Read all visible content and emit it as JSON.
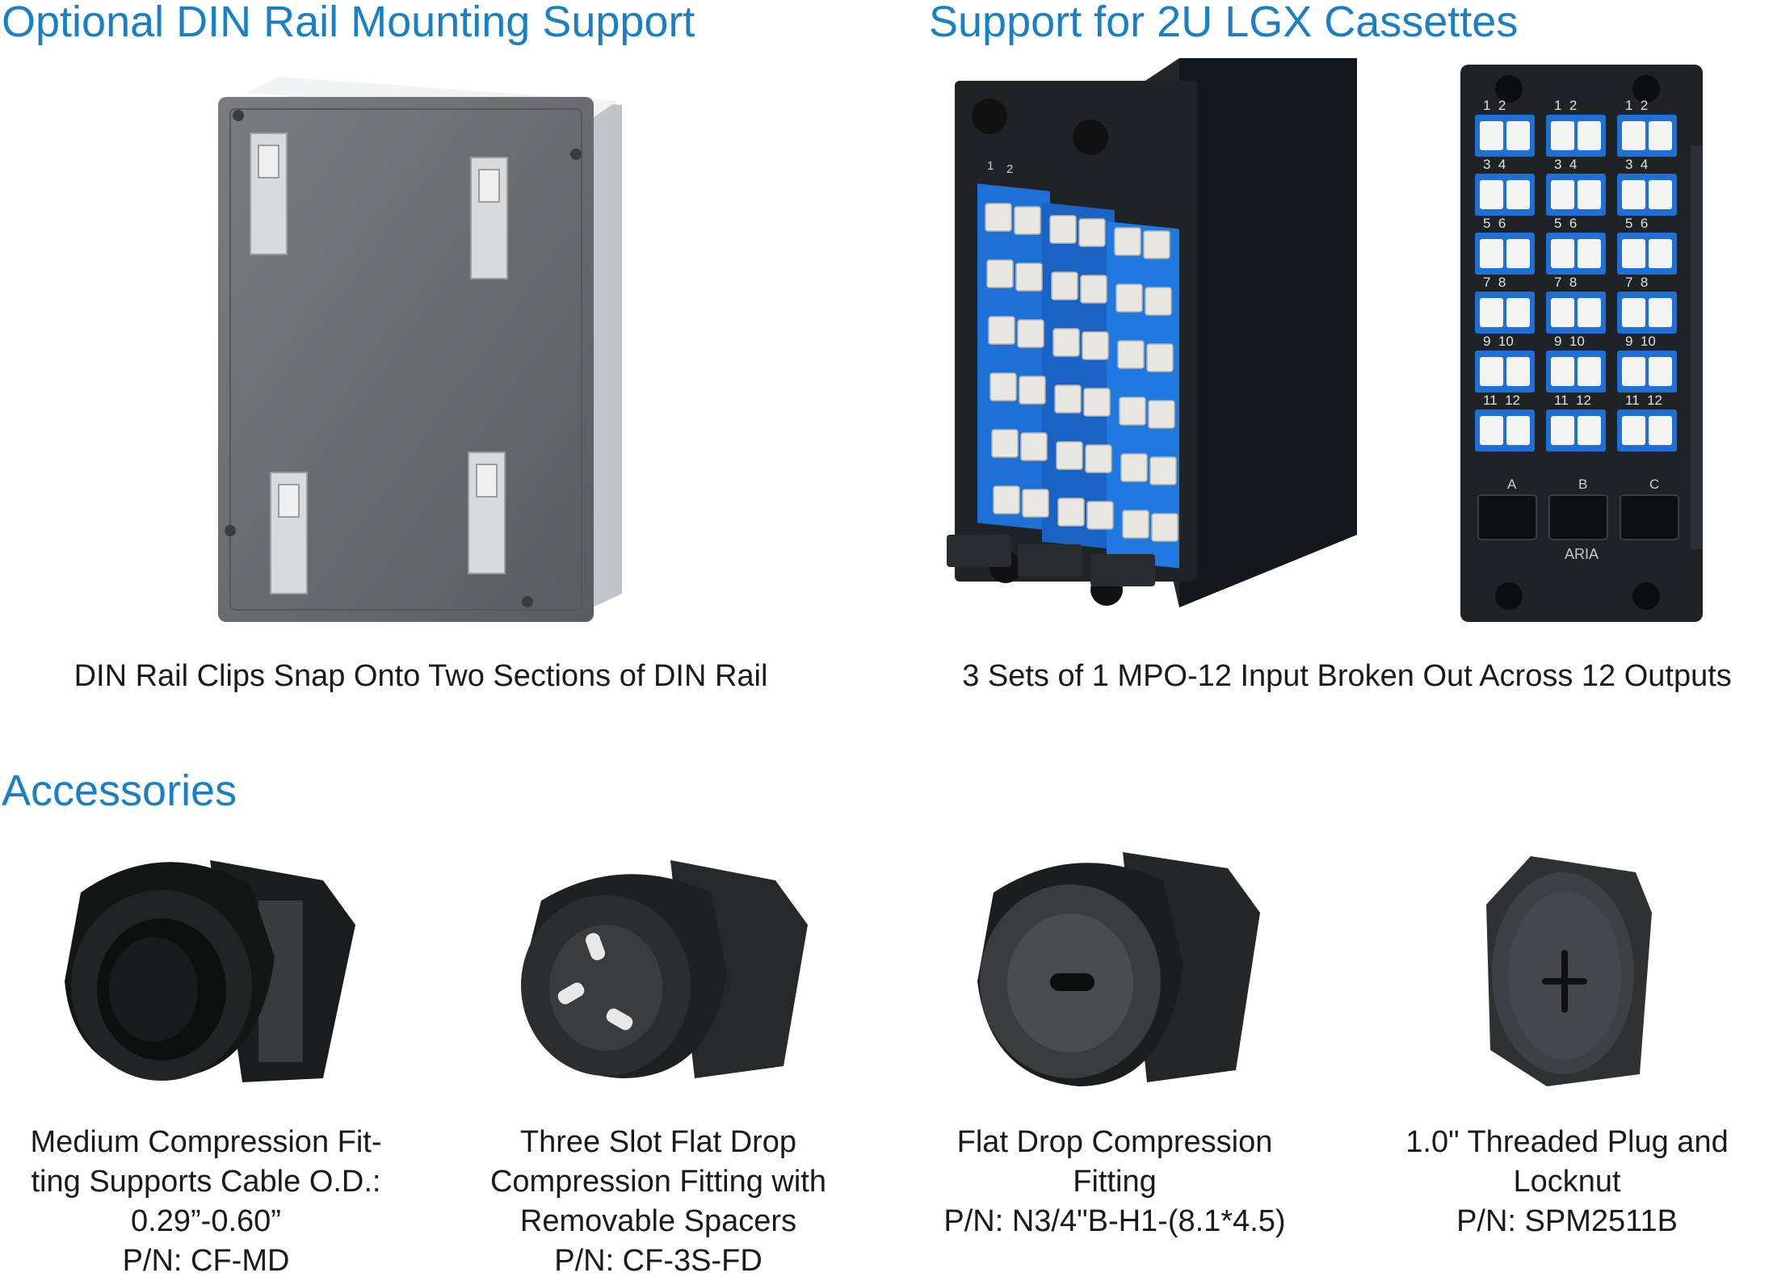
{
  "sections": {
    "din": {
      "title": "Optional DIN Rail Mounting Support",
      "caption": "DIN Rail Clips Snap Onto Two Sections of DIN Rail"
    },
    "lgx": {
      "title": "Support for 2U LGX Cassettes",
      "caption": "3 Sets of 1 MPO-12 Input Broken Out Across 12 Outputs",
      "panel_brand": "ARIA",
      "group_labels": [
        "A",
        "B",
        "C"
      ],
      "port_pairs": [
        "1  2",
        "3  4",
        "5  6",
        "7  8",
        "9  10",
        "11  12"
      ],
      "front_port_labels": [
        "1",
        "2"
      ]
    },
    "accessories": {
      "title": "Accessories",
      "items": [
        {
          "lines": [
            "Medium Compression Fit-",
            "ting Supports Cable O.D.:",
            "0.29”-0.60”",
            "P/N: CF-MD"
          ]
        },
        {
          "lines": [
            "Three Slot Flat Drop",
            "Compression Fitting with",
            "Removable Spacers",
            "P/N: CF-3S-FD"
          ]
        },
        {
          "lines": [
            "Flat Drop Compression",
            "Fitting",
            "P/N: N3/4\"B-H1-(8.1*4.5)"
          ]
        },
        {
          "lines": [
            "1.0\" Threaded Plug and",
            "Locknut",
            "P/N: SPM2511B"
          ]
        }
      ]
    }
  },
  "colors": {
    "heading": "#1a7fc4",
    "adapter_blue": "#1e6fd6",
    "panel_black": "#1f2326",
    "enclosure_gray": "#6b6d70"
  }
}
